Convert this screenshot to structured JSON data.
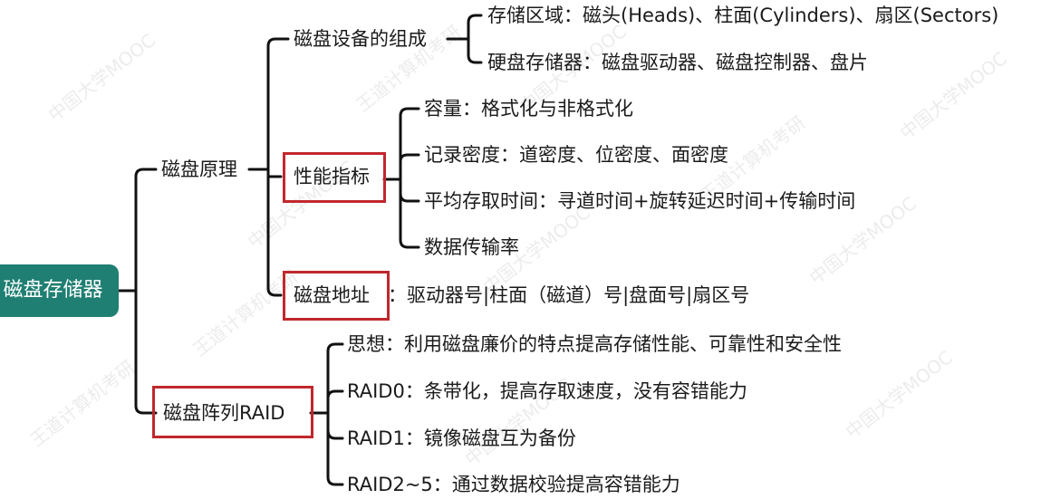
{
  "root": "磁盘存储器",
  "principle": {
    "label": "磁盘原理",
    "composition": {
      "label": "磁盘设备的组成",
      "items": [
        "存储区域：磁头(Heads)、柱面(Cylinders)、扇区(Sectors)",
        "硬盘存储器：磁盘驱动器、磁盘控制器、盘片"
      ]
    },
    "performance": {
      "label": "性能指标",
      "items": [
        "容量：格式化与非格式化",
        "记录密度：道密度、位密度、面密度",
        "平均存取时间：寻道时间+旋转延迟时间+传输时间",
        "数据传输率"
      ]
    },
    "address": {
      "label": "磁盘地址",
      "value": "：驱动器号|柱面（磁道）号|盘面号|扇区号"
    }
  },
  "raid": {
    "label": "磁盘阵列RAID",
    "items": [
      "思想：利用磁盘廉价的特点提高存储性能、可靠性和安全性",
      "RAID0：条带化，提高存取速度，没有容错能力",
      "RAID1：镜像磁盘互为备份",
      "RAID2~5：通过数据校验提高容错能力"
    ]
  },
  "watermark": {
    "items": [
      "中国大学MOOC",
      "王道计算机考研",
      "中国大学MOOC",
      "王道计算机考研",
      "中国大学MOOC",
      "中国大学MOOC",
      "王道计算机考研",
      "中国大学MOOC",
      "中国大学MOOC",
      "王道计算机考研",
      "中国大学MOOC",
      "中国大学MOOC"
    ]
  },
  "colors": {
    "root_bg": "#1f7f72",
    "highlight": "#c0282d",
    "line": "#111111"
  }
}
